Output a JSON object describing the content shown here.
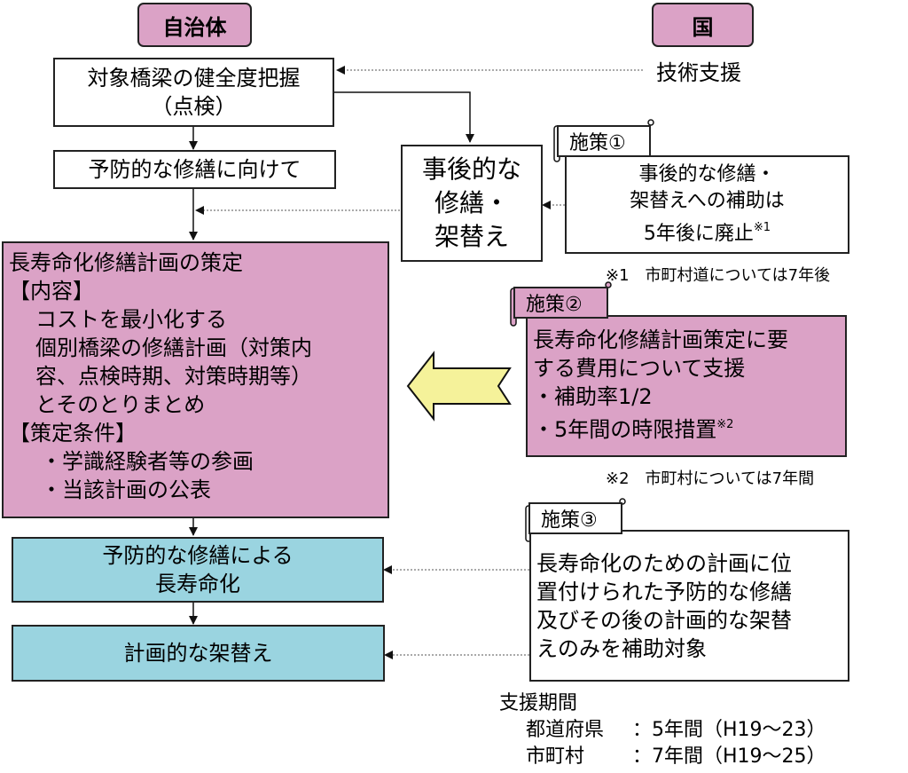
{
  "headers": {
    "local_gov": "自治体",
    "national": "国"
  },
  "flow": {
    "inspection": [
      "対象橋梁の健全度把握",
      "（点検）"
    ],
    "toward_preventive": "予防的な修繕に向けて",
    "reactive_repair": [
      "事後的な",
      "修繕・",
      "架替え"
    ],
    "plan": {
      "title": "長寿命化修繕計画の策定",
      "content_heading": "【内容】",
      "content_lines": [
        "コストを最小化する",
        "個別橋梁の修繕計画（対策内",
        "容、点検時期、対策時期等）",
        "とそのとりまとめ"
      ],
      "conditions_heading": "【策定条件】",
      "condition_lines": [
        "・学識経験者等の参画",
        "・当該計画の公表"
      ]
    },
    "preventive_life": [
      "予防的な修繕による",
      "長寿命化"
    ],
    "planned_replacement": "計画的な架替え"
  },
  "national": {
    "technical_support": "技術支援",
    "measure1": {
      "tag": "施策①",
      "lines": [
        "事後的な修繕・",
        "架替えへの補助は",
        "5年後に廃止"
      ],
      "note_mark": "※1",
      "footnote": "※1　市町村道については7年後"
    },
    "measure2": {
      "tag": "施策②",
      "lines": [
        "長寿命化修繕計画策定に要",
        "する費用について支援",
        "・補助率1/2",
        "・5年間の時限措置"
      ],
      "note_mark": "※2",
      "footnote": "※2　市町村については7年間"
    },
    "measure3": {
      "tag": "施策③",
      "lines": [
        "長寿命化のための計画に位",
        "置付けられた予防的な修繕",
        "及びその後の計画的な架替",
        "えのみを補助対象"
      ]
    },
    "support_period": {
      "title": "支援期間",
      "rows": [
        {
          "who": "都道府県",
          "period": "：5年間（H19～23）"
        },
        {
          "who": "市町村",
          "period": "：7年間（H19～25）"
        }
      ]
    }
  },
  "colors": {
    "pink": "#dba2c6",
    "cyan": "#9ad4e0",
    "arrow_yellow": "#f5f29a"
  }
}
